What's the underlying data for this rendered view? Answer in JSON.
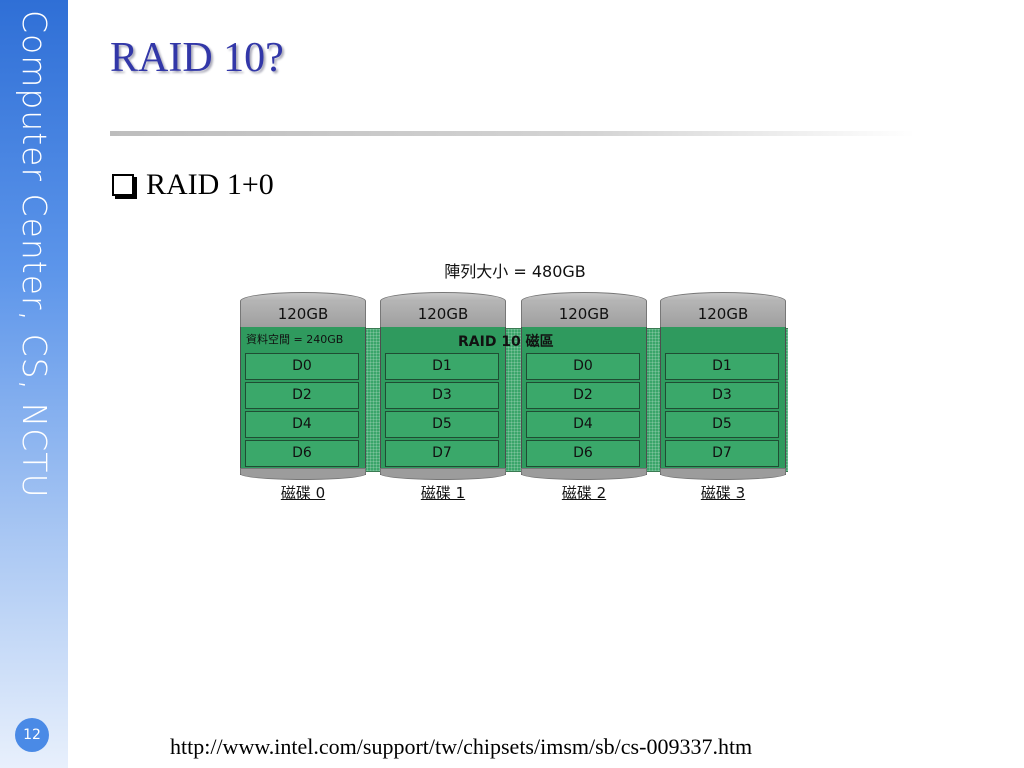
{
  "sidebar": {
    "text": "Computer Center, CS, NCTU"
  },
  "page_number": "12",
  "title": "RAID 10?",
  "bullet": {
    "text": "RAID 1+0"
  },
  "diagram": {
    "array_size": "陣列大小 = 480GB",
    "space_label": "資料空間 = 240GB",
    "zone_label": "RAID 10 磁區",
    "disks": [
      {
        "capacity": "120GB",
        "blocks": [
          "D0",
          "D2",
          "D4",
          "D6"
        ],
        "label": "磁碟 0"
      },
      {
        "capacity": "120GB",
        "blocks": [
          "D1",
          "D3",
          "D5",
          "D7"
        ],
        "label": "磁碟 1"
      },
      {
        "capacity": "120GB",
        "blocks": [
          "D0",
          "D2",
          "D4",
          "D6"
        ],
        "label": "磁碟 2"
      },
      {
        "capacity": "120GB",
        "blocks": [
          "D1",
          "D3",
          "D5",
          "D7"
        ],
        "label": "磁碟 3"
      }
    ]
  },
  "source_url": "http://www.intel.com/support/tw/chipsets/imsm/sb/cs-009337.htm"
}
